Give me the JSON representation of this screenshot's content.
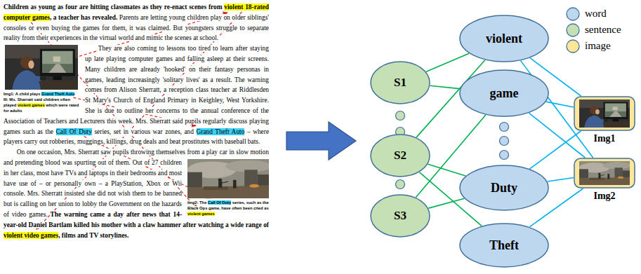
{
  "diagram": {
    "nodes": [
      {
        "text": [
          "S1"
        ]
      },
      {
        "text": [
          "S2"
        ]
      },
      {
        "text": [
          "S3"
        ]
      },
      {
        "text": [
          "violent"
        ]
      },
      {
        "text": [
          "game"
        ]
      },
      {
        "text": [
          "Duty"
        ]
      },
      {
        "text": [
          "Theft"
        ]
      },
      {
        "text": [
          "Img1"
        ]
      },
      {
        "text": [
          "Img2"
        ]
      }
    ],
    "edges": [
      {
        "from": 0,
        "to": 3,
        "arrow": "none"
      },
      {
        "from": 0,
        "to": 4,
        "arrow": "none"
      },
      {
        "from": 1,
        "to": 3,
        "arrow": "none"
      },
      {
        "from": 1,
        "to": 5,
        "arrow": "none"
      },
      {
        "from": 1,
        "to": 6,
        "arrow": "none"
      },
      {
        "from": 2,
        "to": 4,
        "arrow": "none"
      },
      {
        "from": 2,
        "to": 5,
        "arrow": "none"
      },
      {
        "from": 3,
        "to": 7,
        "arrow": "none"
      },
      {
        "from": 3,
        "to": 8,
        "arrow": "none"
      },
      {
        "from": 4,
        "to": 7,
        "arrow": "none"
      },
      {
        "from": 4,
        "to": 8,
        "arrow": "none"
      },
      {
        "from": 5,
        "to": 7,
        "arrow": "none"
      },
      {
        "from": 5,
        "to": 8,
        "arrow": "none"
      },
      {
        "from": 6,
        "to": 8,
        "arrow": "none"
      }
    ],
    "labels": [
      "Children as young as four are hitting classmates as they re-enact scenes from",
      "violent 18-rated computer games",
      ", a teacher has revealed.",
      "Parents are letting young children play on older siblings' consoles or even buying the games for them, it was claimed. But youngsters struggle to separate reality from their experiences in the virtual world and mimic the scenes at school.",
      "Img1: A child plays",
      "Grand Theft Auto",
      "III: Ms. Sharratt said children often played",
      "violent games",
      "which were rated for adults",
      "They are also coming to lessons too tired to learn after staying up late playing computer games and falling asleep at their screens. Many children are already 'hooked' on their fantasy personas in games, leading increasingly 'solitary lives' as a result. The warning comes from Alison Sherratt, a reception class teacher at Riddlesden St Mary's Church of England Primary in Keighley, West Yorkshire. She is due to outline her concerns to the annual conference of the Association of Teachers and Lecturers this week. Mrs. Sherratt said pupils regularly discuss playing games such as the",
      "Call Of Duty",
      "series, set in various war zones, and",
      "Grand Theft Auto",
      "– where players carry out robberies, muggings, killings, drug deals and beat prostitutes with baseball bats.",
      "On one occasion, Mrs. Sherratt saw pupils throwing themselves from a play car in slow motion and pretending blood was spurting out of them.",
      "Img2: The",
      "Call Of Duty",
      "series, such as the Black Ops game, have often been cited as",
      "violent games",
      "Out of 27 children in her class, most have TVs and laptops in their bedrooms and most have use of – or personally own – a PlayStation, Xbox or Wii console. Mrs. Sherratt insisted she did not wish them to be banned but is calling on her union to lobby the Government on the hazards of video games.",
      "The warning came a day after news that 14-year-old Daniel Bartlam killed his mother with a claw hammer after watching a wide range of",
      "violent video games",
      ", films and TV storylines."
    ],
    "legend": [
      {
        "text": "word",
        "color": "#bdd7ee"
      },
      {
        "text": "sentence",
        "color": "#c5e0b4"
      },
      {
        "text": "image",
        "color": "#ffe699"
      }
    ]
  }
}
